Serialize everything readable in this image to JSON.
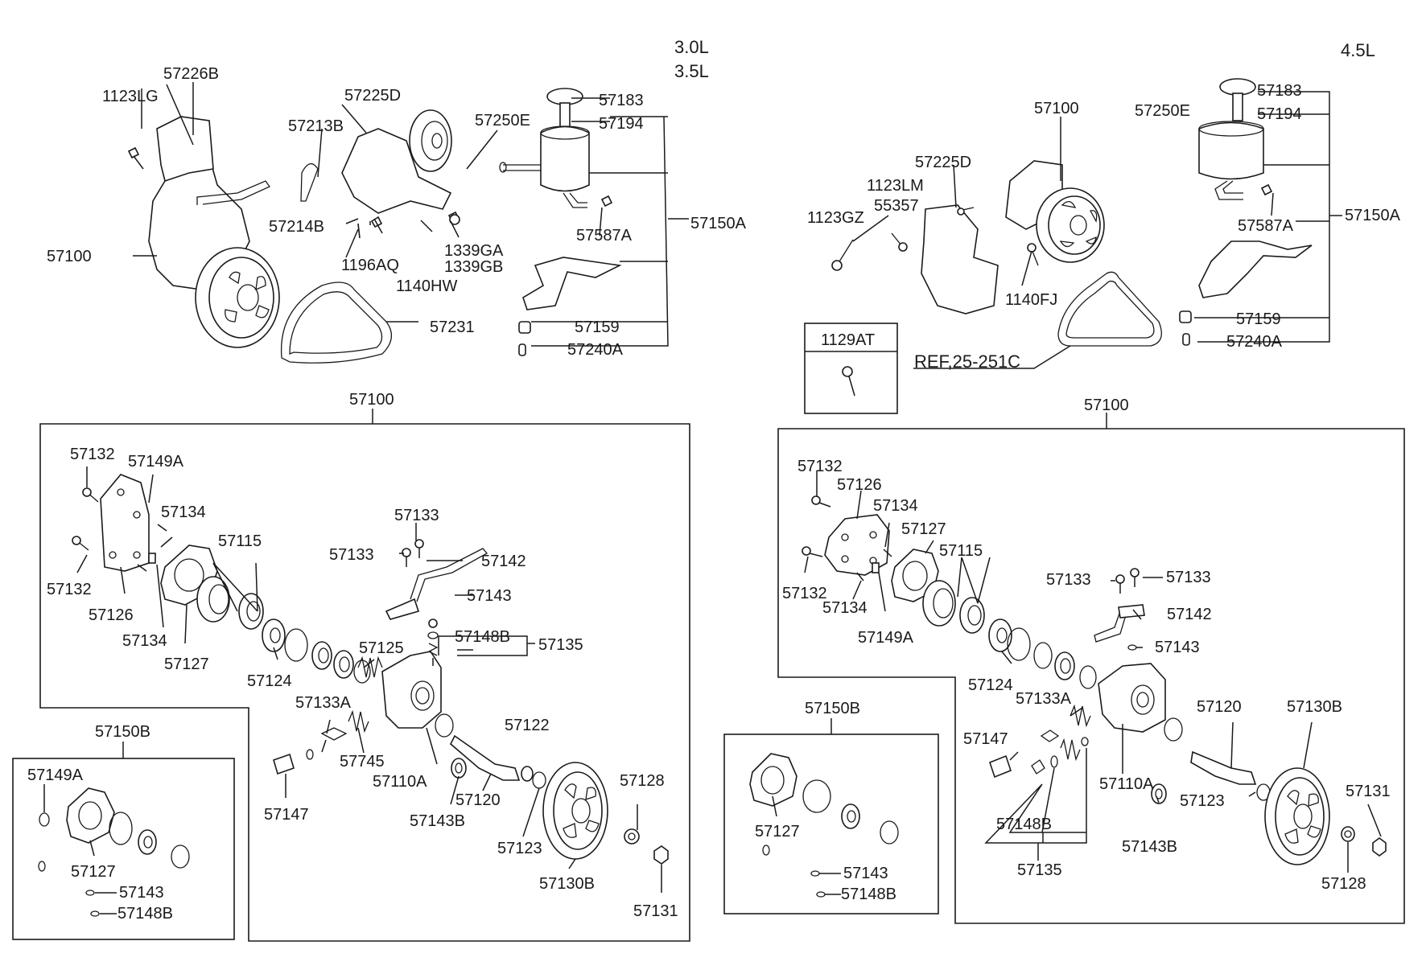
{
  "engine_left": [
    "3.0L",
    "3.5L"
  ],
  "engine_right": "4.5L",
  "ref_note": "REF,25-251C",
  "legend_box_code": "1129AT",
  "labels": {
    "l_57226B": "57226B",
    "l_1123LG": "1123LG",
    "l_57100_top": "57100",
    "l_57225D": "57225D",
    "l_57213B": "57213B",
    "l_57250E": "57250E",
    "l_57183": "57183",
    "l_57194": "57194",
    "l_57150A": "57150A",
    "l_57214B": "57214B",
    "l_1196AQ": "1196AQ",
    "l_1140HW": "1140HW",
    "l_1339GA": "1339GA",
    "l_1339GB": "1339GB",
    "l_57587A": "57587A",
    "l_57231": "57231",
    "l_57159": "57159",
    "l_57240A": "57240A",
    "l_57100_box": "57100",
    "l_57132a": "57132",
    "l_57149A": "57149A",
    "l_57134a": "57134",
    "l_57115": "57115",
    "l_57133a": "57133",
    "l_57133b": "57133",
    "l_57142": "57142",
    "l_57132b": "57132",
    "l_57126": "57126",
    "l_57143": "57143",
    "l_57148B": "57148B",
    "l_57135": "57135",
    "l_57134b": "57134",
    "l_57127": "57127",
    "l_57125": "57125",
    "l_57124": "57124",
    "l_57133A": "57133A",
    "l_57122": "57122",
    "l_57745": "57745",
    "l_57110A": "57110A",
    "l_57128": "57128",
    "l_57120": "57120",
    "l_57147": "57147",
    "l_57143B": "57143B",
    "l_57123": "57123",
    "l_57130B": "57130B",
    "l_57131": "57131",
    "l_57150B": "57150B",
    "l_57149A_k": "57149A",
    "l_57127_k": "57127",
    "l_57143_k": "57143",
    "l_57148B_k": "57148B",
    "r_57183": "57183",
    "r_57250E": "57250E",
    "r_57194": "57194",
    "r_57100_top": "57100",
    "r_57225D": "57225D",
    "r_1123LM": "1123LM",
    "r_55357": "55357",
    "r_1123GZ": "1123GZ",
    "r_57587A": "57587A",
    "r_57150A": "57150A",
    "r_1140FJ": "1140FJ",
    "r_57159": "57159",
    "r_57240A": "57240A",
    "r_57100_box": "57100",
    "r_57132a": "57132",
    "r_57126": "57126",
    "r_57134a": "57134",
    "r_57127": "57127",
    "r_57115": "57115",
    "r_57132b": "57132",
    "r_57133a": "57133",
    "r_57133b": "57133",
    "r_57134b": "57134",
    "r_57142": "57142",
    "r_57149A": "57149A",
    "r_57143": "57143",
    "r_57124": "57124",
    "r_57133A": "57133A",
    "r_57120": "57120",
    "r_57130B": "57130B",
    "r_57147": "57147",
    "r_57110A": "57110A",
    "r_57131": "57131",
    "r_57123": "57123",
    "r_57148B": "57148B",
    "r_57143B": "57143B",
    "r_57135": "57135",
    "r_57128": "57128",
    "r_57150B": "57150B",
    "r_57127_k": "57127",
    "r_57143_k": "57143",
    "r_57148B_k": "57148B"
  }
}
